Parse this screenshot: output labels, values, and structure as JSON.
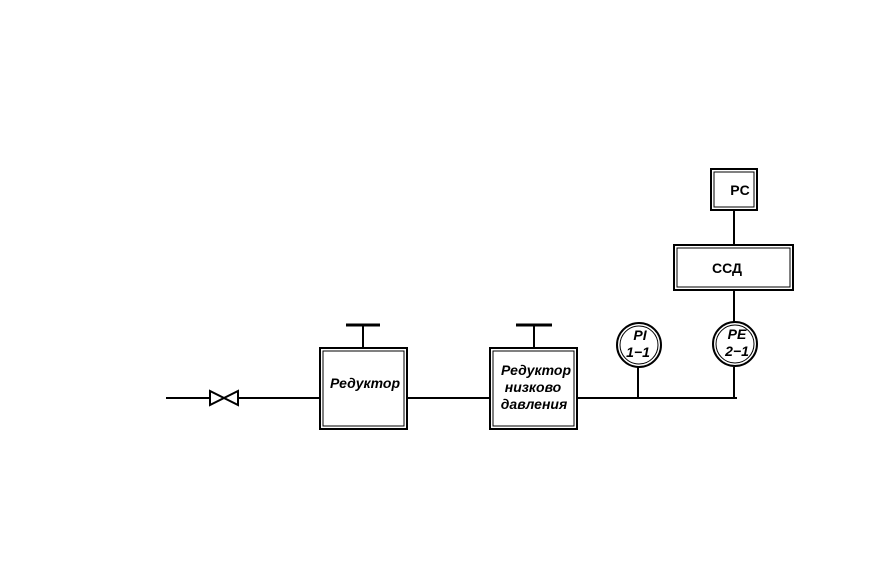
{
  "reducer": {
    "label": "Редуктор"
  },
  "low_pressure_reducer": {
    "lines": [
      "Редуктор",
      "низково",
      "давления"
    ]
  },
  "gauge_pi": {
    "lines": [
      "PI",
      "1−1"
    ]
  },
  "gauge_pe": {
    "lines": [
      "PE",
      "2−1"
    ]
  },
  "ssd": {
    "label": "ССД"
  },
  "rs": {
    "label": "PC"
  }
}
